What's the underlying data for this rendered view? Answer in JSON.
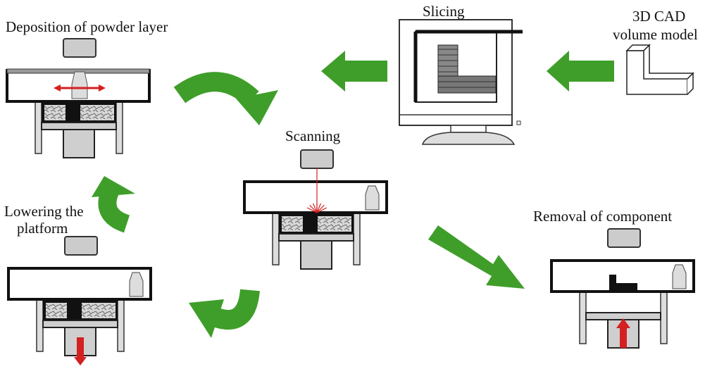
{
  "labels": {
    "deposition": "Deposition of powder layer",
    "slicing": "Slicing",
    "cad_line1": "3D CAD",
    "cad_line2": "volume model",
    "scanning": "Scanning",
    "lowering_line1": "Lowering the",
    "lowering_line2": "platform",
    "removal": "Removal of component"
  },
  "colors": {
    "arrow_green": "#3f9e2a",
    "arrow_red": "#d42020",
    "frame": "#111111",
    "gray": "#cfcfcf"
  }
}
